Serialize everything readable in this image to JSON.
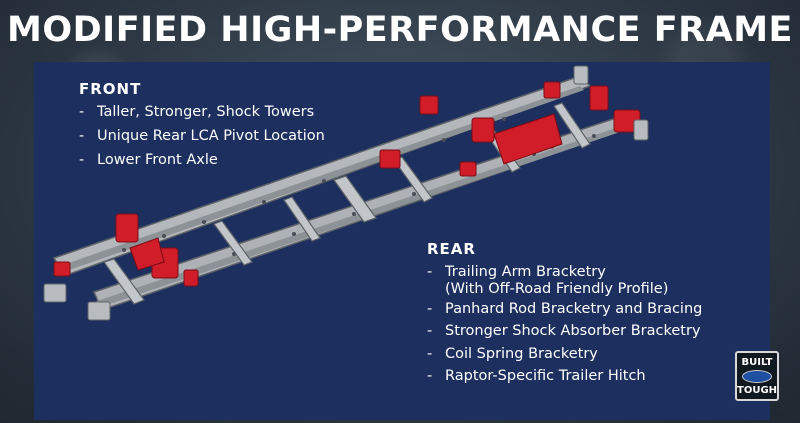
{
  "title": "MODIFIED HIGH-PERFORMANCE FRAME",
  "front": {
    "heading": "FRONT",
    "items": [
      "Taller, Stronger, Shock Towers",
      "Unique Rear LCA Pivot Location",
      "Lower Front Axle"
    ]
  },
  "rear": {
    "heading": "REAR",
    "items": [
      "Trailing Arm Bracketry",
      "(With Off-Road Friendly Profile)",
      "Panhard Rod Bracketry and Bracing",
      "Stronger Shock Absorber Bracketry",
      "Coil Spring Bracketry",
      "Raptor-Specific Trailer Hitch"
    ]
  },
  "badge": {
    "line1": "BUILT",
    "line2": "TOUGH"
  },
  "colors": {
    "panel": "#1c2f5e",
    "frame_steel": "#b8bcc0",
    "bracket_red": "#d11c2a"
  }
}
